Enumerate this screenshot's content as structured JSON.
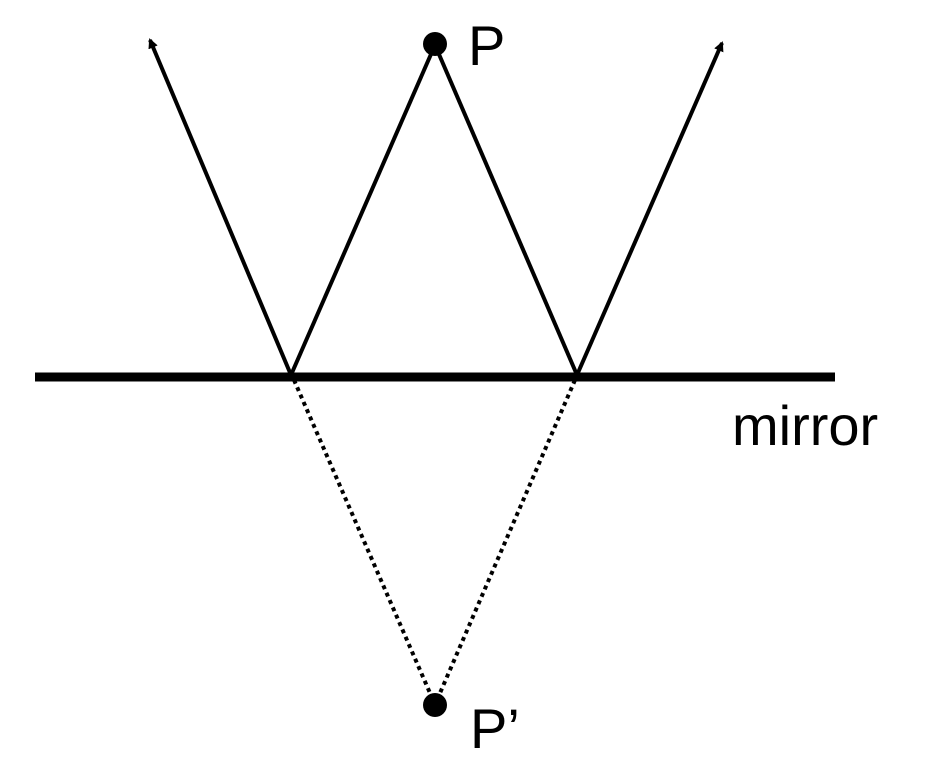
{
  "labels": {
    "object": "P",
    "image": "P’",
    "mirror": "mirror"
  }
}
